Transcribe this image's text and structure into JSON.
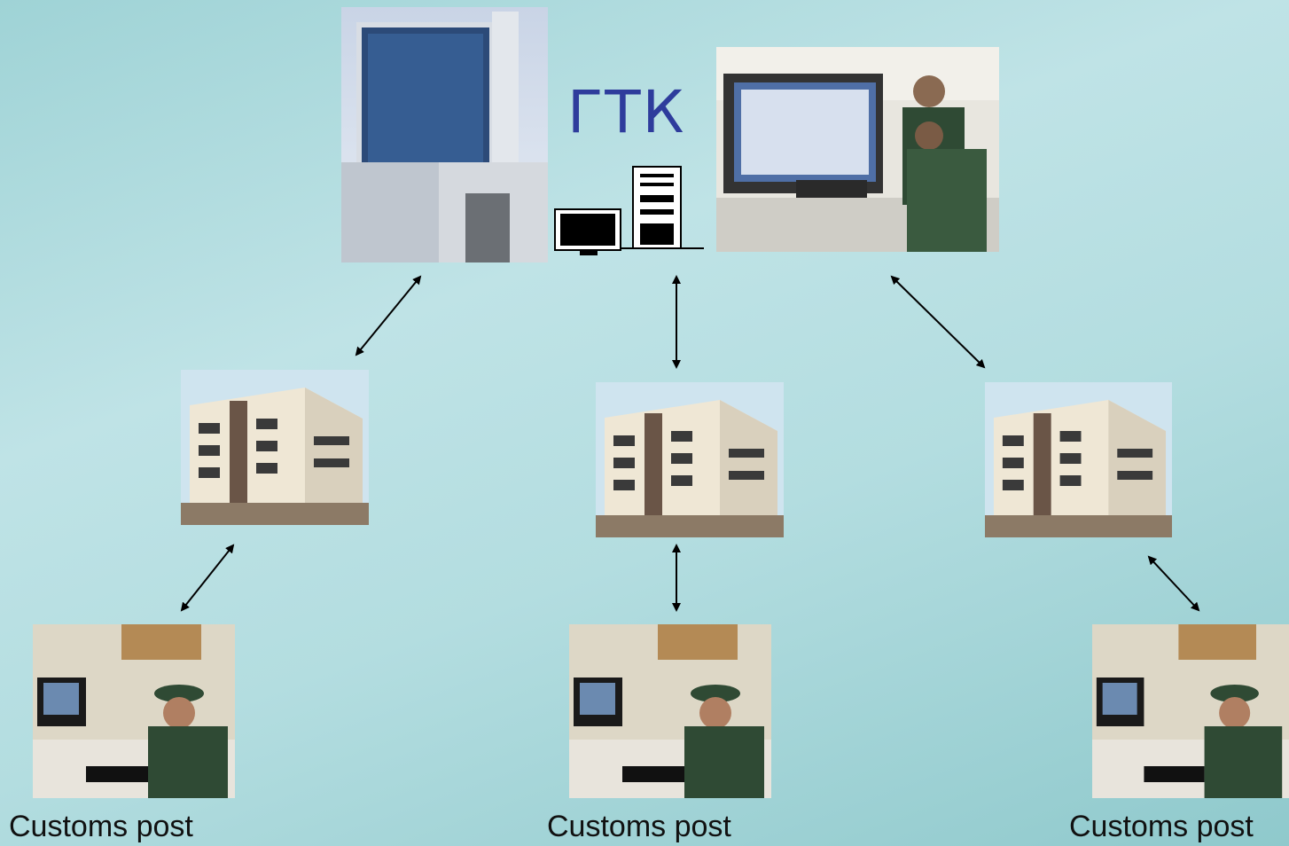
{
  "header": {
    "title": "ГТК"
  },
  "hq": {
    "building_photo": {
      "icon": "hq-building-photo"
    },
    "server_icon": {
      "icon": "server-workstation-icon"
    },
    "operators_photo": {
      "icon": "operators-at-screen-photo"
    }
  },
  "regional_offices": [
    {
      "icon": "regional-office-building-photo"
    },
    {
      "icon": "regional-office-building-photo"
    },
    {
      "icon": "regional-office-building-photo"
    }
  ],
  "posts": [
    {
      "label": "Customs post",
      "icon": "customs-officer-at-computer-photo"
    },
    {
      "label": "Customs post",
      "icon": "customs-officer-at-computer-photo"
    },
    {
      "label": "Customs post",
      "icon": "customs-officer-at-computer-photo"
    }
  ],
  "colors": {
    "title": "#2e3c9c",
    "arrow": "#000000",
    "background": "#b3dde0"
  }
}
